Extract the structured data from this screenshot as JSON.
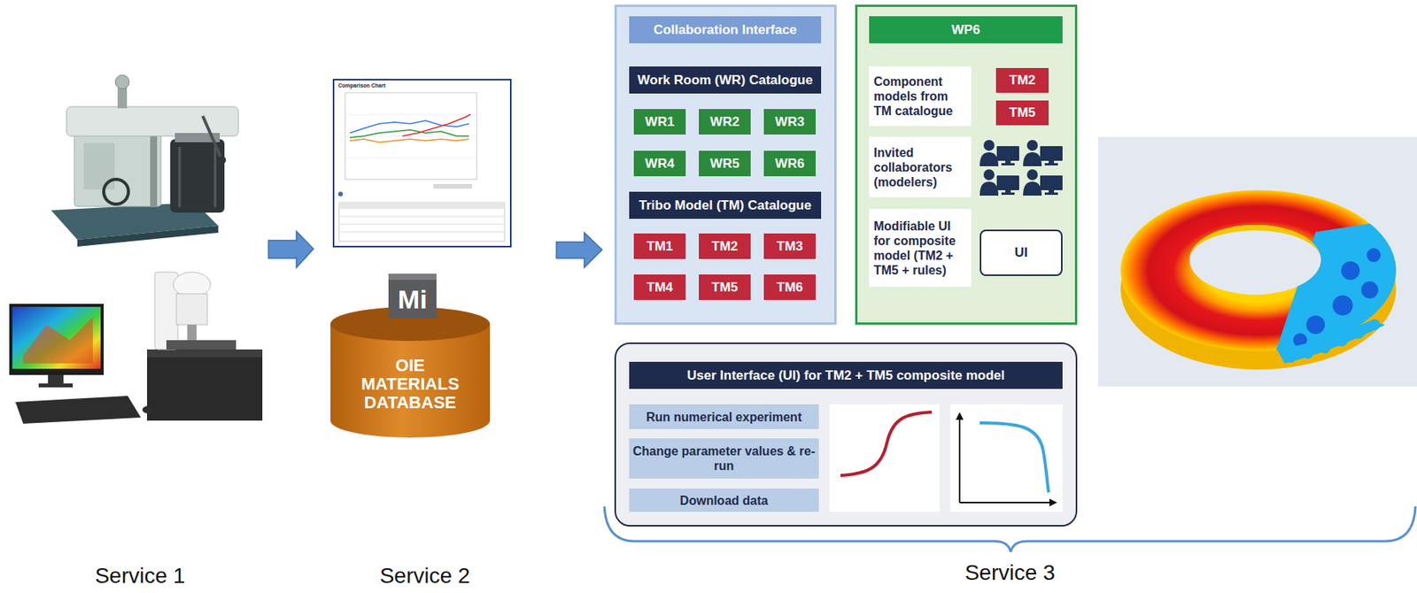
{
  "diagram": {
    "nodes": [
      {
        "text": [
          "OIE MATERIALS DATABASE"
        ]
      },
      {
        "text": [
          "Collaboration Interface"
        ]
      },
      {
        "text": [
          "Work Room (WR) Catalogue"
        ],
        "in": 1
      },
      {
        "text": [
          "WR1"
        ],
        "in": 1
      },
      {
        "text": [
          "WR2"
        ],
        "in": 1
      },
      {
        "text": [
          "WR3"
        ],
        "in": 1
      },
      {
        "text": [
          "WR4"
        ],
        "in": 1
      },
      {
        "text": [
          "WR5"
        ],
        "in": 1
      },
      {
        "text": [
          "WR6"
        ],
        "in": 1
      },
      {
        "text": [
          "Tribo Model (TM) Catalogue"
        ],
        "in": 1
      },
      {
        "text": [
          "TM1"
        ],
        "in": 1
      },
      {
        "text": [
          "TM2"
        ],
        "in": 1
      },
      {
        "text": [
          "TM3"
        ],
        "in": 1
      },
      {
        "text": [
          "TM4"
        ],
        "in": 1
      },
      {
        "text": [
          "TM5"
        ],
        "in": 1
      },
      {
        "text": [
          "TM6"
        ],
        "in": 1
      },
      {
        "text": [
          "WP6"
        ]
      },
      {
        "text": [
          "Component models from TM catalogue"
        ],
        "in": 16
      },
      {
        "text": [
          "TM2"
        ],
        "in": 16
      },
      {
        "text": [
          "TM5"
        ],
        "in": 16
      },
      {
        "text": [
          "Invited collaborators (modelers)"
        ],
        "in": 16
      },
      {
        "text": [
          "Modifiable UI for composite model (TM2 + TM5 + rules)"
        ],
        "in": 16
      },
      {
        "text": [
          "UI"
        ],
        "in": 16
      },
      {
        "text": [
          "User Interface (UI) for TM2 + TM5 composite model"
        ]
      },
      {
        "text": [
          "Run numerical experiment"
        ],
        "in": 23
      },
      {
        "text": [
          "Change parameter values & re-run"
        ],
        "in": 23
      },
      {
        "text": [
          "Download data"
        ],
        "in": 23
      }
    ],
    "labels": [
      "Mi",
      "Comparison Chart",
      "Service 1",
      "Service 2",
      "Service 3"
    ]
  }
}
